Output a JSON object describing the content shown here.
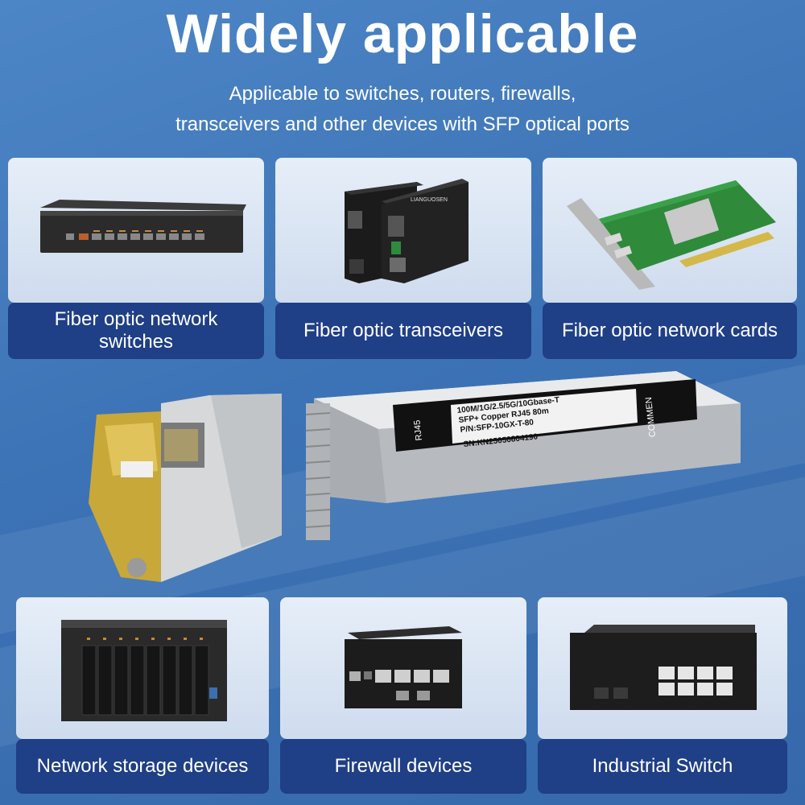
{
  "header": {
    "title": "Widely applicable",
    "subtitle_line1": "Applicable to switches, routers, firewalls,",
    "subtitle_line2": "transceivers and other devices with SFP optical ports"
  },
  "top_cards": [
    {
      "label_line1": "Fiber optic network",
      "label_line2": "switches"
    },
    {
      "label_line1": "Fiber optic transceivers",
      "label_line2": ""
    },
    {
      "label_line1": "Fiber optic network cards",
      "label_line2": ""
    }
  ],
  "bottom_cards": [
    {
      "label": "Network storage devices"
    },
    {
      "label": "Firewall devices"
    },
    {
      "label": "Industrial Switch"
    }
  ],
  "module_label": {
    "side_left": "RJ45",
    "line1": "100M/1G/2.5/5G/10Gbase-T",
    "line2": "SFP+ Copper RJ45 80m",
    "line3": "P/N:SFP-10GX-T-80",
    "line4": "SN:KN250508041​90",
    "side_right": "COMMEN"
  },
  "transceiver_brand": "LIANGUOSEN",
  "colors": {
    "background": "#3c73b6",
    "label_bg": "#1f3f86",
    "card_bg": "#dde7f4",
    "gold": "#c9a93a"
  }
}
